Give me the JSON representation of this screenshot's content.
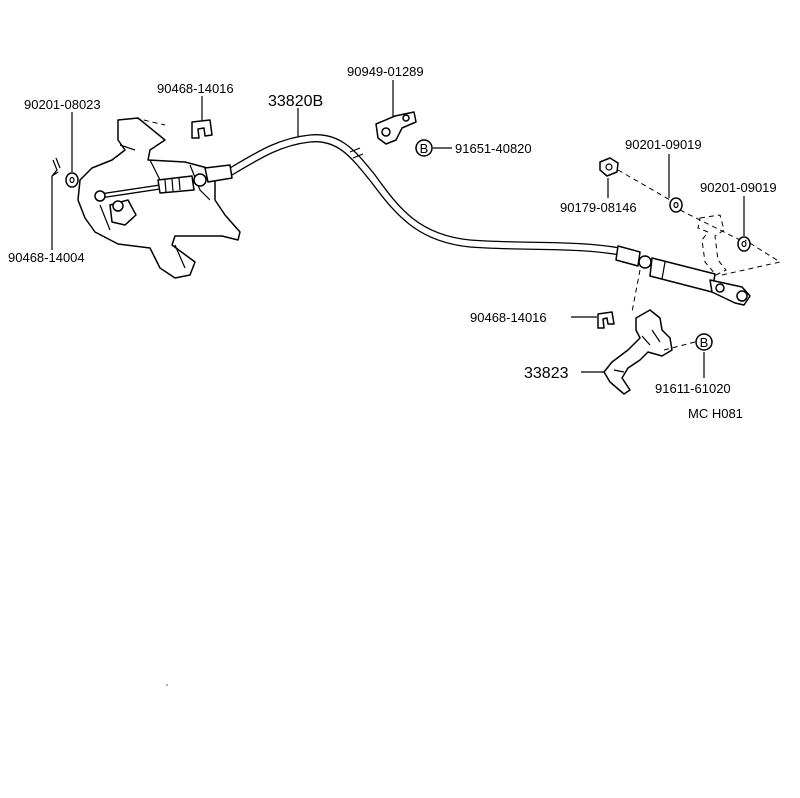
{
  "labels": {
    "p1": "90201-08023",
    "p2": "90468-14016",
    "p3": "33820B",
    "p4": "90949-01289",
    "p5": "91651-40820",
    "p6": "90201-09019",
    "p7": "90179-08146",
    "p8": "90201-09019",
    "p9": "90468-14004",
    "p10": "90468-14016",
    "p11": "33823",
    "p12": "91611-61020",
    "code": "MC  H081"
  },
  "badges": {
    "b1": "B",
    "b2": "B"
  }
}
